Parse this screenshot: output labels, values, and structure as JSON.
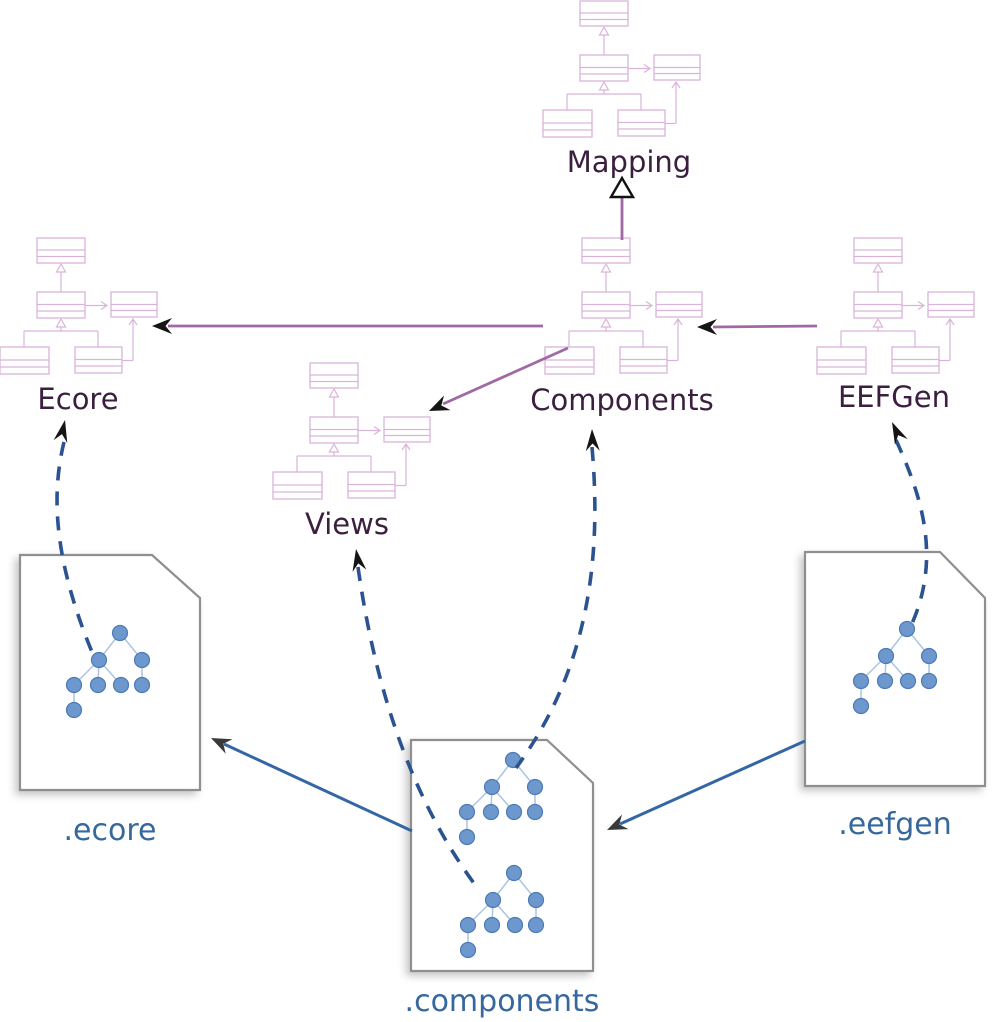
{
  "packages": [
    {
      "id": "mapping",
      "label": "Mapping"
    },
    {
      "id": "ecore",
      "label": "Ecore"
    },
    {
      "id": "components",
      "label": "Components"
    },
    {
      "id": "eefgen",
      "label": "EEFGen"
    },
    {
      "id": "views",
      "label": "Views"
    }
  ],
  "files": [
    {
      "id": "ecore-file",
      "label": ".ecore"
    },
    {
      "id": "components-file",
      "label": ".components"
    },
    {
      "id": "eefgen-file",
      "label": ".eefgen"
    }
  ],
  "relations": [
    {
      "from": "Components",
      "to": "Mapping",
      "type": "generalization",
      "style": "purple-line-hollow-triangle"
    },
    {
      "from": "Components",
      "to": "Ecore",
      "type": "dependency",
      "style": "purple-solid-arrow"
    },
    {
      "from": "Components",
      "to": "Views",
      "type": "dependency",
      "style": "purple-solid-arrow"
    },
    {
      "from": "EEFGen",
      "to": "Components",
      "type": "dependency",
      "style": "purple-solid-arrow"
    },
    {
      "from": ".ecore",
      "to": "Ecore",
      "type": "conforms-to",
      "style": "blue-dashed-arrow"
    },
    {
      "from": ".components",
      "to": "Components",
      "type": "conforms-to",
      "style": "blue-dashed-arrow"
    },
    {
      "from": ".components",
      "to": "Views",
      "type": "conforms-to",
      "style": "blue-dashed-arrow"
    },
    {
      "from": ".eefgen",
      "to": "EEFGen",
      "type": "conforms-to",
      "style": "blue-dashed-arrow"
    },
    {
      "from": ".components",
      "to": ".ecore",
      "type": "reference",
      "style": "blue-solid-arrow"
    },
    {
      "from": ".eefgen",
      "to": ".components",
      "type": "reference",
      "style": "blue-solid-arrow"
    }
  ],
  "colors": {
    "uml_line": "#d9b4da",
    "dependency": "#a069a4",
    "gen_triangle": "#111111",
    "conforms": "#2b5291",
    "reference": "#3465a4",
    "doc_border": "#8f8f8f",
    "tree_node_fill": "#6c98ce",
    "tree_node_stroke": "#4d7ab5",
    "tree_edge": "#aac4e2",
    "package_label": "#3a1f3e",
    "file_label": "#36689e",
    "arrowhead_dark": "#151515",
    "arrowhead_gray": "#3a3a3a"
  }
}
